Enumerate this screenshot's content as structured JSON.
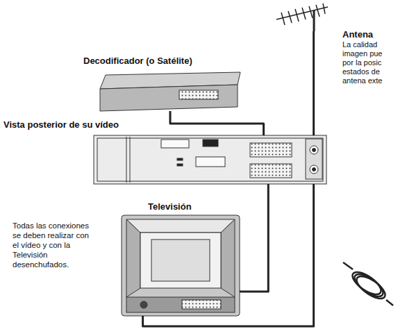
{
  "diagram": {
    "nodes": [
      {
        "text": [
          "Decodificador (o Satélite)"
        ]
      },
      {
        "text": [
          "Antena",
          "La calidad imagen pue por la posic estados de antena exte"
        ]
      },
      {
        "text": [
          "Vista posterior de su vídeo"
        ]
      },
      {
        "text": [
          "Televisión"
        ]
      }
    ],
    "edges": [
      {
        "from": 0,
        "to": 2,
        "arrow": "none"
      },
      {
        "from": 1,
        "to": 2,
        "arrow": "none"
      },
      {
        "from": 2,
        "to": 3,
        "arrow": "none"
      },
      {
        "from": 2,
        "to": 3,
        "arrow": "none"
      }
    ],
    "labels": [
      "Todas las conexiones se deben realizar con el vídeo y con la Televisión desenchufados."
    ]
  }
}
